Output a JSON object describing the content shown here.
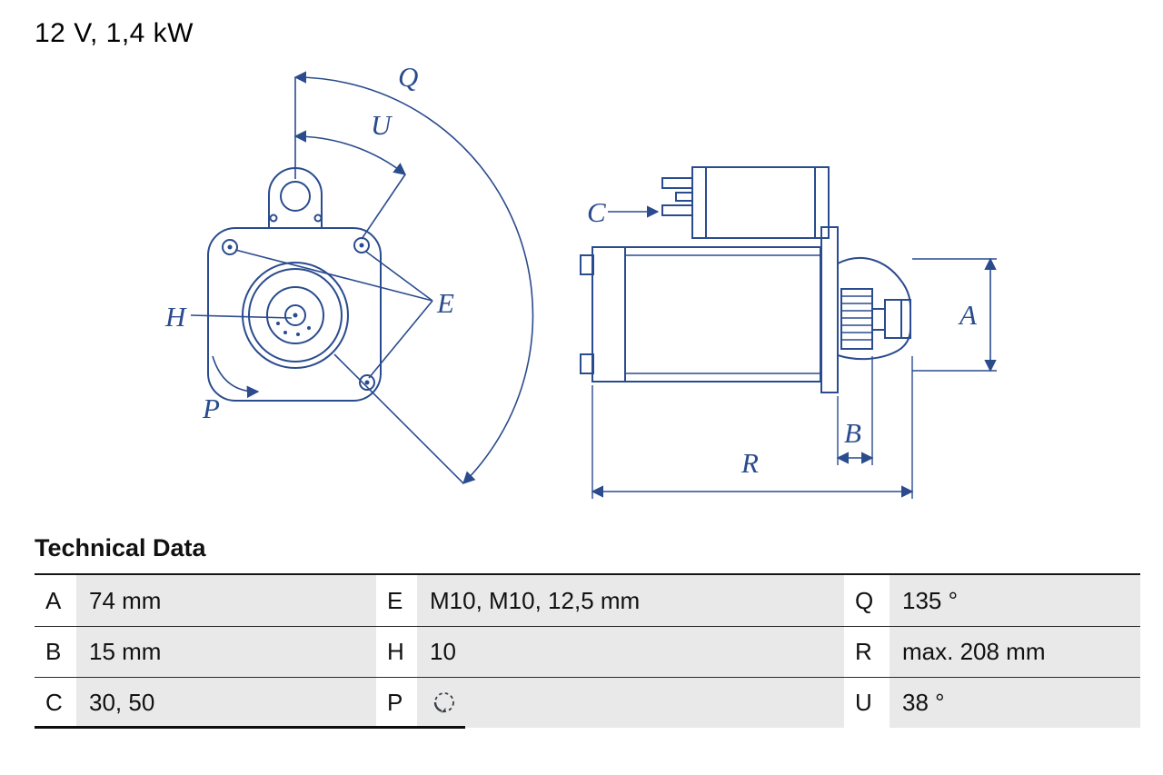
{
  "page": {
    "title": "12 V, 1,4 kW"
  },
  "drawing": {
    "line_color": "#2a4b8d",
    "labels": {
      "q": "Q",
      "u": "U",
      "h": "H",
      "e": "E",
      "p": "P",
      "c": "C",
      "a": "A",
      "b": "B",
      "r": "R"
    }
  },
  "technical_data": {
    "heading": "Technical Data",
    "rows": [
      {
        "cells": [
          {
            "key": "A",
            "value": "74 mm"
          },
          {
            "key": "E",
            "value": "M10, M10, 12,5 mm"
          },
          {
            "key": "Q",
            "value": "135 °"
          }
        ]
      },
      {
        "cells": [
          {
            "key": "B",
            "value": "15 mm"
          },
          {
            "key": "H",
            "value": "10"
          },
          {
            "key": "R",
            "value": "max. 208 mm"
          }
        ]
      },
      {
        "cells": [
          {
            "key": "C",
            "value": "30, 50"
          },
          {
            "key": "P",
            "value": "",
            "icon": "rotation-ccw-icon"
          },
          {
            "key": "U",
            "value": "38 °"
          }
        ]
      }
    ]
  }
}
